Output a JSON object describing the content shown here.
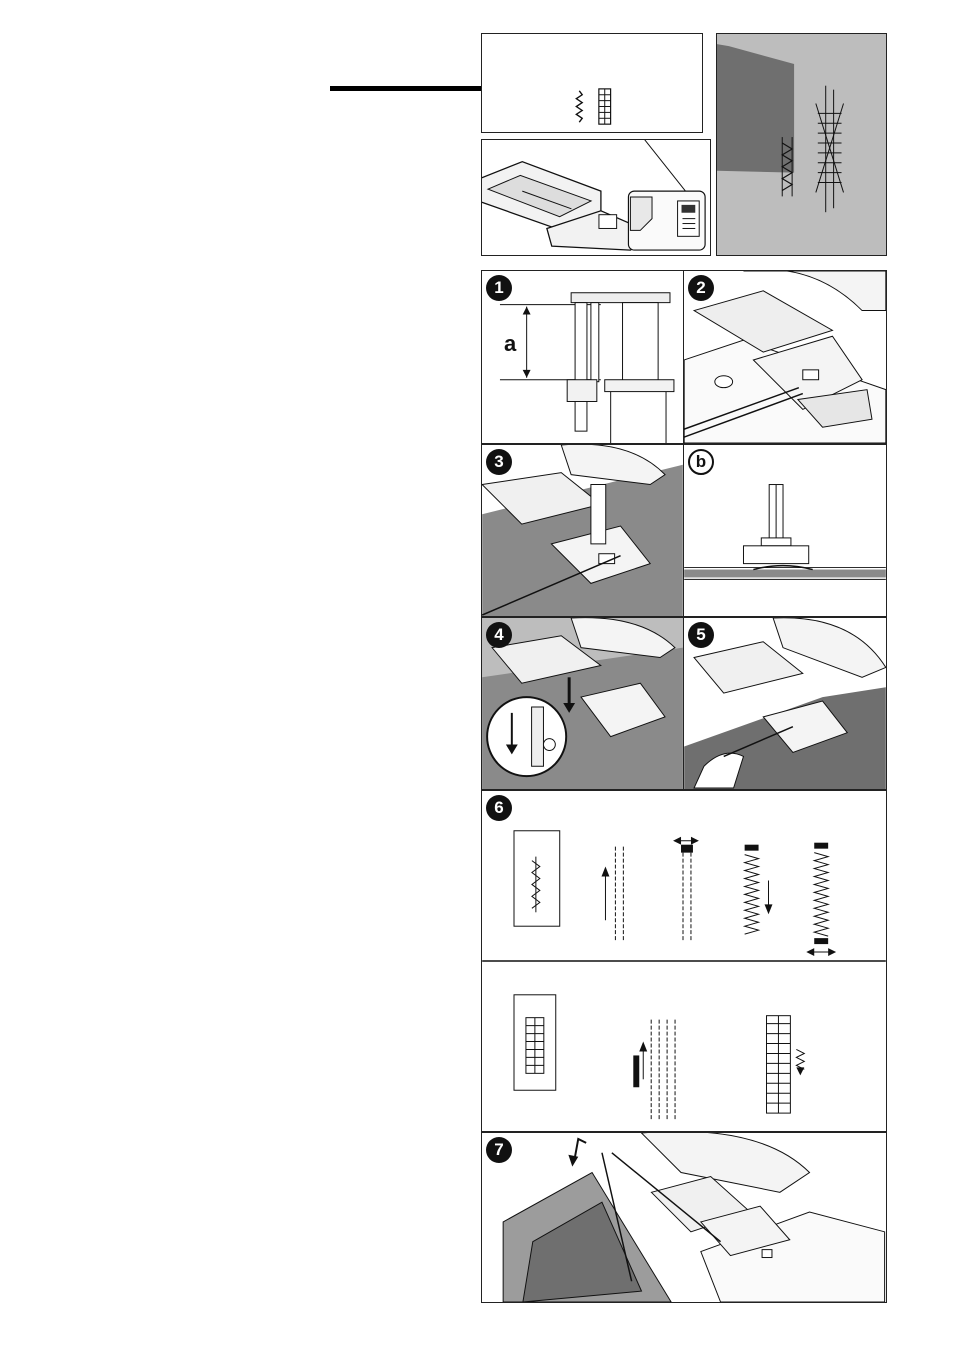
{
  "colors": {
    "fabric_dark": "#6f6f6f",
    "fabric_mid": "#9c9c9c",
    "fabric_light": "#bdbdbd",
    "line": "#1a1a1a",
    "panel_bg": "#ffffff"
  },
  "icons": [
    "stitch-pattern-icon",
    "arrow-down-icon",
    "arrow-up-icon",
    "double-arrow-icon",
    "thread-pull-arrow-icon"
  ],
  "steps": [
    {
      "badge": "1",
      "label": "a"
    },
    {
      "badge": "2"
    },
    {
      "badge": "3",
      "label": "b"
    },
    {
      "badge": "4"
    },
    {
      "badge": "5"
    },
    {
      "badge": "6"
    },
    {
      "badge": "7"
    }
  ]
}
